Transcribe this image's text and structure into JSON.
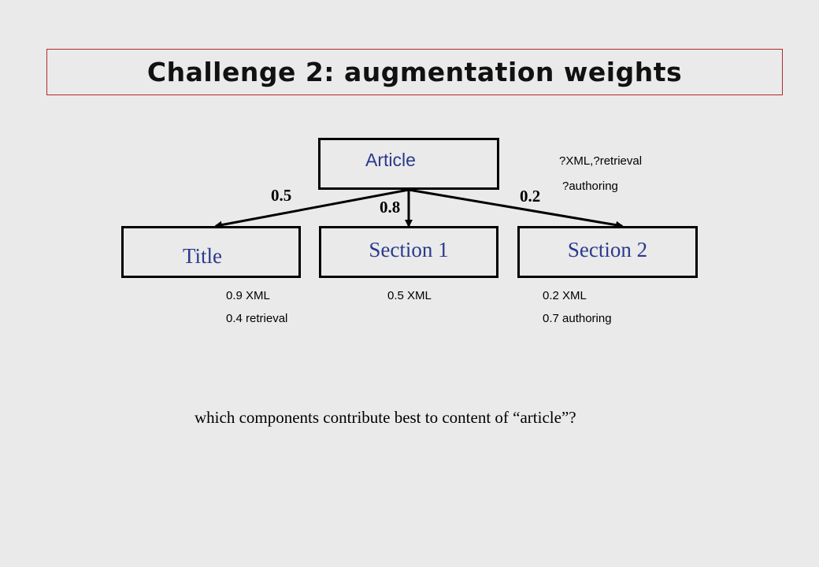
{
  "slide": {
    "title": "Challenge 2: augmentation weights",
    "question": "which components contribute best to content of “article”?"
  },
  "nodes": {
    "root": "Article",
    "children": [
      "Title",
      "Section 1",
      "Section 2"
    ]
  },
  "edges": {
    "title_weight": "0.5",
    "section1_weight": "0.8",
    "section2_weight": "0.2"
  },
  "root_notes": [
    "?XML,?retrieval",
    "?authoring"
  ],
  "child_notes": {
    "title": [
      "0.9 XML",
      "0.4 retrieval"
    ],
    "section1": [
      "0.5 XML"
    ],
    "section2": [
      "0.2 XML",
      "0.7 authoring"
    ]
  },
  "colors": {
    "background": "#eaeaea",
    "title_border": "#b22a2a",
    "node_text": "#2b3a8c"
  }
}
